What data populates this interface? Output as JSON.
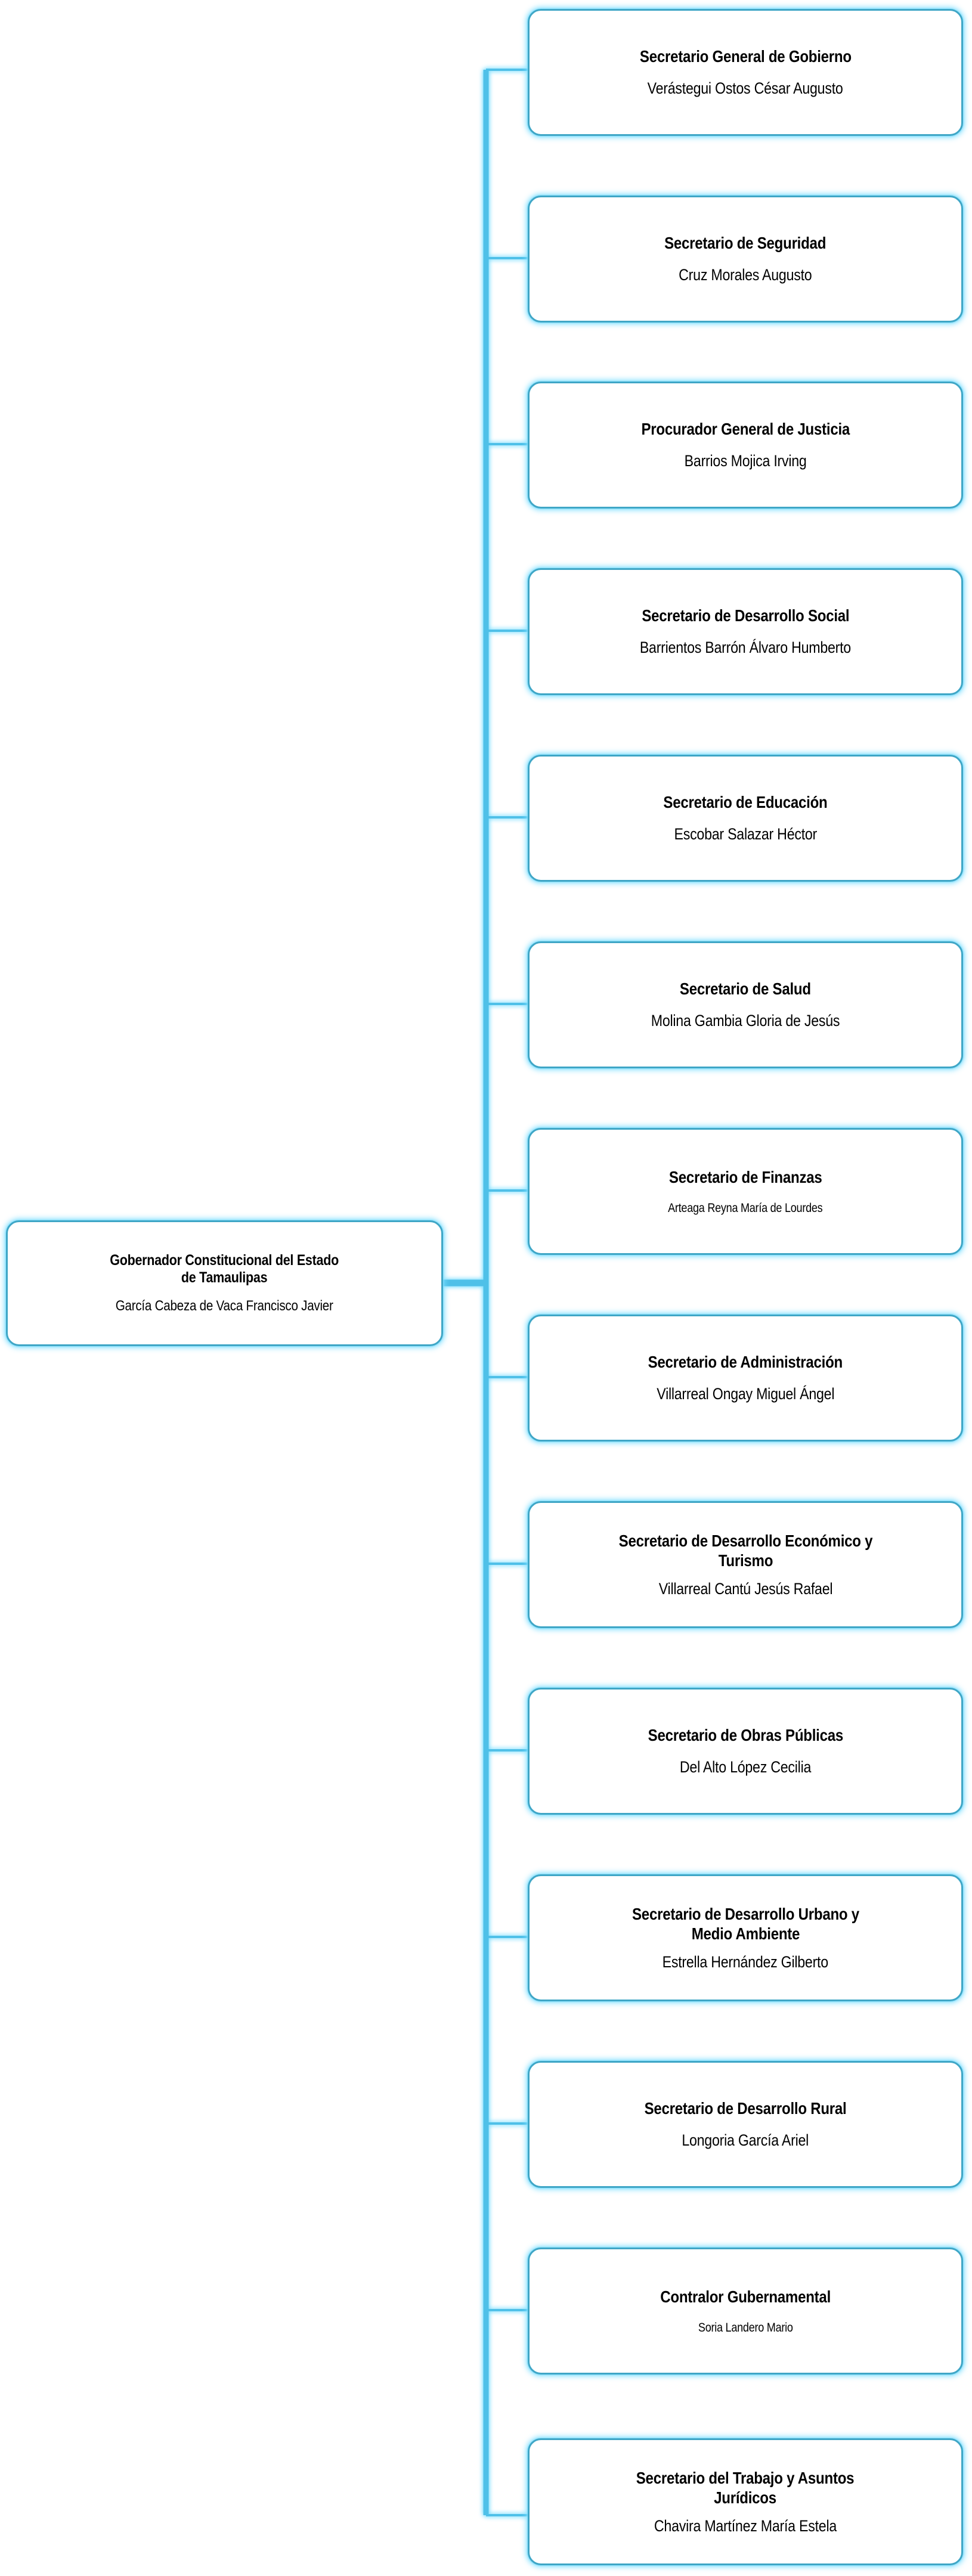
{
  "chart_data": {
    "type": "diagram",
    "diagram_type": "organizational-chart",
    "title": "",
    "orientation": "horizontal-right",
    "root": {
      "title": "Gobernador Constitucional del Estado de Tamaulipas",
      "title_lines": [
        "Gobernador Constitucional del Estado",
        "de Tamaulipas"
      ],
      "person": "García Cabeza de Vaca Francisco Javier"
    },
    "children": [
      {
        "title": "Secretario General de Gobierno",
        "title_lines": [
          "Secretario General de Gobierno"
        ],
        "person": "Verástegui Ostos César Augusto"
      },
      {
        "title": "Secretario de Seguridad",
        "title_lines": [
          "Secretario de Seguridad"
        ],
        "person": "Cruz Morales Augusto"
      },
      {
        "title": "Procurador General de Justicia",
        "title_lines": [
          "Procurador General de Justicia"
        ],
        "person": "Barrios Mojica Irving"
      },
      {
        "title": "Secretario de Desarrollo Social",
        "title_lines": [
          "Secretario de Desarrollo Social"
        ],
        "person": "Barrientos Barrón Álvaro Humberto"
      },
      {
        "title": "Secretario de Educación",
        "title_lines": [
          "Secretario de Educación"
        ],
        "person": "Escobar Salazar Héctor"
      },
      {
        "title": "Secretario de Salud",
        "title_lines": [
          "Secretario de Salud"
        ],
        "person": "Molina Gambia Gloria de Jesús"
      },
      {
        "title": "Secretario de Finanzas",
        "title_lines": [
          "Secretario de Finanzas"
        ],
        "person": "Arteaga Reyna María de Lourdes"
      },
      {
        "title": "Secretario de Administración",
        "title_lines": [
          "Secretario de Administración"
        ],
        "person": "Villarreal Ongay Miguel Ángel"
      },
      {
        "title": "Secretario de Desarrollo Económico y Turismo",
        "title_lines": [
          "Secretario de Desarrollo Económico y",
          "Turismo"
        ],
        "person": "Villarreal Cantú Jesús Rafael"
      },
      {
        "title": "Secretario de Obras Públicas",
        "title_lines": [
          "Secretario de Obras Públicas"
        ],
        "person": "Del Alto López Cecilia"
      },
      {
        "title": "Secretario de Desarrollo Urbano y Medio Ambiente",
        "title_lines": [
          "Secretario de Desarrollo Urbano y",
          "Medio Ambiente"
        ],
        "person": "Estrella Hernández Gilberto"
      },
      {
        "title": "Secretario de Desarrollo Rural",
        "title_lines": [
          "Secretario de Desarrollo Rural"
        ],
        "person": "Longoria García Ariel"
      },
      {
        "title": "Contralor Gubernamental",
        "title_lines": [
          "Contralor Gubernamental"
        ],
        "person": "Soria Landero Mario"
      },
      {
        "title": "Secretario del Trabajo y Asuntos Jurídicos",
        "title_lines": [
          "Secretario del Trabajo y Asuntos",
          "Jurídicos"
        ],
        "person": "Chavira Martínez María Estela"
      }
    ],
    "colors": {
      "node_border": "#3FA6C6",
      "node_glow": "#78DDFF",
      "node_fill": "#FFFFFF",
      "connector": "#4FC0E8",
      "text": "#000000",
      "background": "#FFFFFF"
    }
  },
  "org_chart": {
    "root": {
      "title": "Gobernador Constitucional del Estado de Tamaulipas",
      "title_line_1": "Gobernador Constitucional del Estado",
      "title_line_2": "de Tamaulipas",
      "person": "García Cabeza de Vaca Francisco Javier"
    },
    "nodes": [
      {
        "title_line_1": "Secretario General de Gobierno",
        "title_line_2": "",
        "person": "Verástegui Ostos César Augusto",
        "small_person": false
      },
      {
        "title_line_1": "Secretario de Seguridad",
        "title_line_2": "",
        "person": "Cruz Morales Augusto",
        "small_person": false
      },
      {
        "title_line_1": "Procurador General de Justicia",
        "title_line_2": "",
        "person": "Barrios Mojica Irving",
        "small_person": false
      },
      {
        "title_line_1": "Secretario de Desarrollo Social",
        "title_line_2": "",
        "person": "Barrientos Barrón Álvaro Humberto",
        "small_person": false
      },
      {
        "title_line_1": "Secretario de Educación",
        "title_line_2": "",
        "person": "Escobar Salazar Héctor",
        "small_person": false
      },
      {
        "title_line_1": "Secretario de Salud",
        "title_line_2": "",
        "person": "Molina Gambia Gloria de Jesús",
        "small_person": false
      },
      {
        "title_line_1": "Secretario de Finanzas",
        "title_line_2": "",
        "person": "Arteaga Reyna María de Lourdes",
        "small_person": true
      },
      {
        "title_line_1": "Secretario de Administración",
        "title_line_2": "",
        "person": "Villarreal Ongay Miguel Ángel",
        "small_person": false
      },
      {
        "title_line_1": "Secretario de Desarrollo Económico y",
        "title_line_2": "Turismo",
        "person": "Villarreal Cantú Jesús Rafael",
        "small_person": false
      },
      {
        "title_line_1": "Secretario de Obras Públicas",
        "title_line_2": "",
        "person": "Del Alto López Cecilia",
        "small_person": false
      },
      {
        "title_line_1": "Secretario de Desarrollo Urbano y",
        "title_line_2": "Medio Ambiente",
        "person": "Estrella Hernández Gilberto",
        "small_person": false
      },
      {
        "title_line_1": "Secretario de Desarrollo Rural",
        "title_line_2": "",
        "person": "Longoria García Ariel",
        "small_person": false
      },
      {
        "title_line_1": "Contralor Gubernamental",
        "title_line_2": "",
        "person": "Soria Landero Mario",
        "small_person": true
      },
      {
        "title_line_1": "Secretario del Trabajo y Asuntos",
        "title_line_2": "Jurídicos",
        "person": "Chavira Martínez María Estela",
        "small_person": false
      }
    ]
  }
}
